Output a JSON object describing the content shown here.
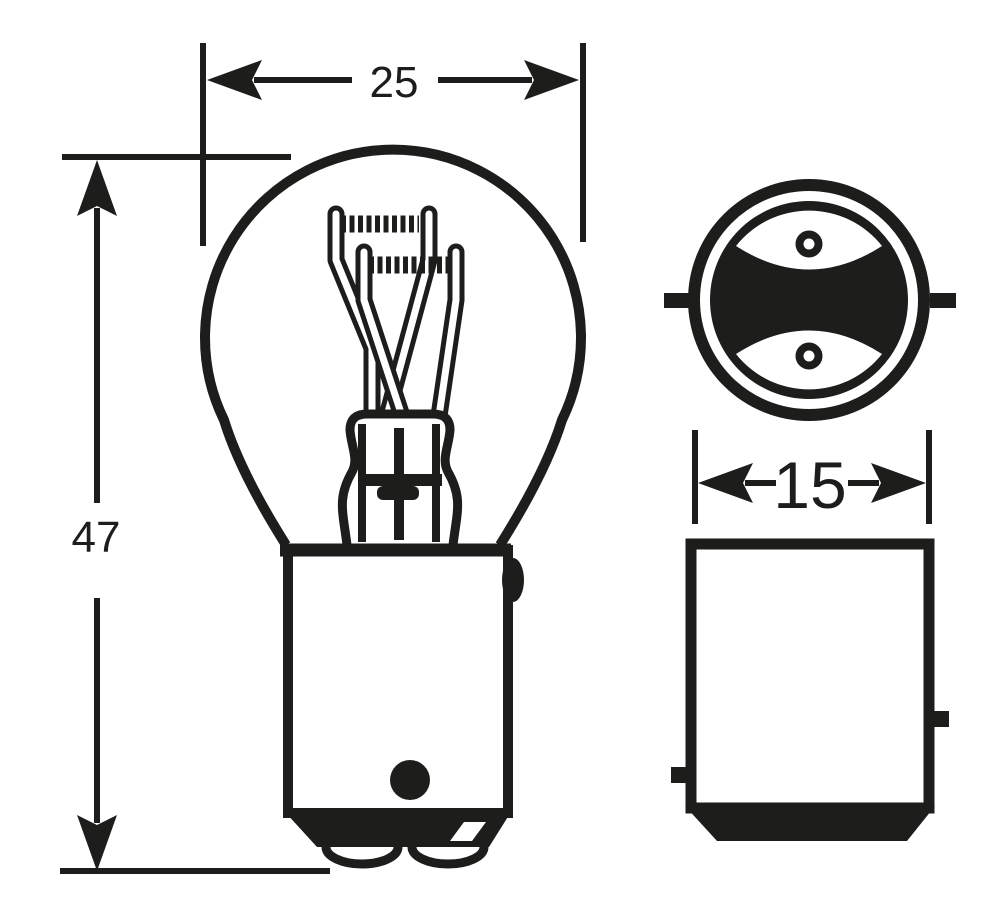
{
  "drawing": {
    "type": "technical-line-drawing",
    "subject": "dual-filament bayonet bulb: side view, base end view, base side view",
    "ink_color": "#1d1d1b",
    "background_color": "#ffffff",
    "dimensions": {
      "bulb_width_label": "25",
      "bulb_length_label": "47",
      "base_width_label": "15"
    }
  }
}
